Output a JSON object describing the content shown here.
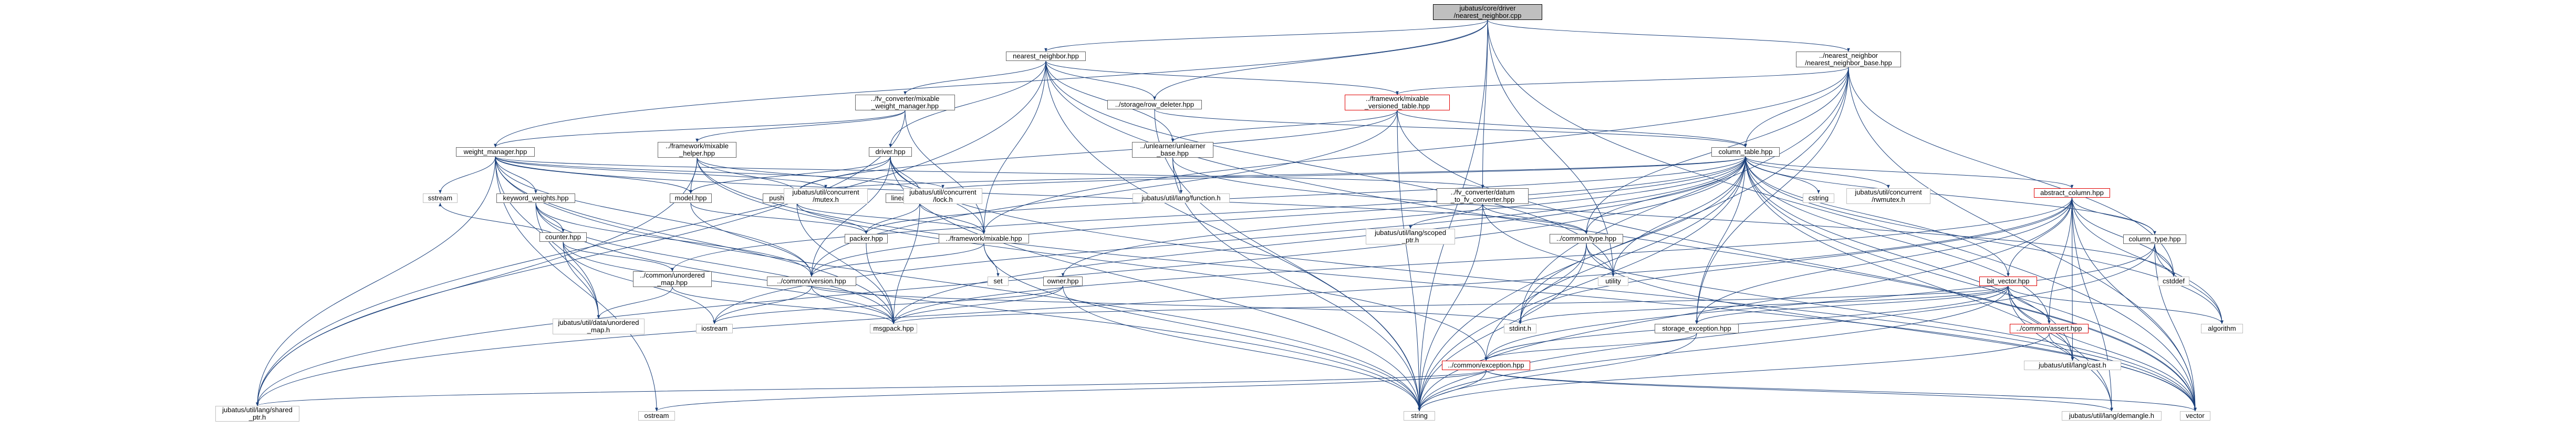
{
  "diagram": {
    "type": "include-dependency-graph",
    "nodes": [
      {
        "id": "root",
        "label": "jubatus/core/driver\n/nearest_neighbor.cpp",
        "style": "root"
      },
      {
        "id": "nn_hpp",
        "label": "nearest_neighbor.hpp",
        "style": "normal"
      },
      {
        "id": "nnbase",
        "label": "../nearest_neighbor\n/nearest_neighbor_base.hpp",
        "style": "normal"
      },
      {
        "id": "fvwm",
        "label": "../fv_converter/mixable\n_weight_manager.hpp",
        "style": "normal"
      },
      {
        "id": "rowdel",
        "label": "../storage/row_deleter.hpp",
        "style": "normal"
      },
      {
        "id": "versioned",
        "label": "../framework/mixable\n_versioned_table.hpp",
        "style": "red"
      },
      {
        "id": "weightmgr",
        "label": "weight_manager.hpp",
        "style": "normal"
      },
      {
        "id": "mixhelper",
        "label": "../framework/mixable\n_helper.hpp",
        "style": "normal"
      },
      {
        "id": "driver",
        "label": "driver.hpp",
        "style": "normal"
      },
      {
        "id": "unlearner",
        "label": "../unlearner/unlearner\n_base.hpp",
        "style": "normal"
      },
      {
        "id": "coltable",
        "label": "column_table.hpp",
        "style": "normal"
      },
      {
        "id": "keyword",
        "label": "keyword_weights.hpp",
        "style": "normal"
      },
      {
        "id": "model",
        "label": "model.hpp",
        "style": "normal"
      },
      {
        "id": "pushmix",
        "label": "push_mixable.hpp",
        "style": "normal"
      },
      {
        "id": "linearmix",
        "label": "linear_mixable.hpp",
        "style": "normal"
      },
      {
        "id": "funch",
        "label": "jubatus/util/lang/function.h",
        "style": "lite"
      },
      {
        "id": "datumconv",
        "label": "../fv_converter/datum\n_to_fv_converter.hpp",
        "style": "normal"
      },
      {
        "id": "cstring",
        "label": "cstring",
        "style": "lite"
      },
      {
        "id": "mutexes",
        "label": "jubatus/util/concurrent\n/mutex.h",
        "style": "lite"
      },
      {
        "id": "lockh",
        "label": "jubatus/util/concurrent\n/lock.h",
        "style": "lite"
      },
      {
        "id": "rwmutex",
        "label": "jubatus/util/concurrent\n/rwmutex.h",
        "style": "lite"
      },
      {
        "id": "sstream",
        "label": "sstream",
        "style": "lite"
      },
      {
        "id": "abscol",
        "label": "abstract_column.hpp",
        "style": "red"
      },
      {
        "id": "counter",
        "label": "counter.hpp",
        "style": "normal"
      },
      {
        "id": "packer",
        "label": "packer.hpp",
        "style": "normal"
      },
      {
        "id": "fwmixable",
        "label": "../framework/mixable.hpp",
        "style": "normal"
      },
      {
        "id": "scopedptr",
        "label": "jubatus/util/lang/scoped\n_ptr.h",
        "style": "lite"
      },
      {
        "id": "commontype",
        "label": "../common/type.hpp",
        "style": "normal"
      },
      {
        "id": "coltype",
        "label": "column_type.hpp",
        "style": "normal"
      },
      {
        "id": "unordmap",
        "label": "../common/unordered\n_map.hpp",
        "style": "normal"
      },
      {
        "id": "commonversion",
        "label": "../common/version.hpp",
        "style": "normal"
      },
      {
        "id": "set",
        "label": "set",
        "style": "lite"
      },
      {
        "id": "owner",
        "label": "owner.hpp",
        "style": "normal"
      },
      {
        "id": "bitvec",
        "label": "bit_vector.hpp",
        "style": "red"
      },
      {
        "id": "cstddef",
        "label": "cstddef",
        "style": "lite"
      },
      {
        "id": "utility",
        "label": "utility",
        "style": "lite"
      },
      {
        "id": "utilunordmap",
        "label": "jubatus/util/data/unordered\n_map.h",
        "style": "lite"
      },
      {
        "id": "iostream",
        "label": "iostream",
        "style": "lite"
      },
      {
        "id": "msgpack",
        "label": "msgpack.hpp",
        "style": "lite"
      },
      {
        "id": "stdinth",
        "label": "stdint.h",
        "style": "lite"
      },
      {
        "id": "algorithm",
        "label": "algorithm",
        "style": "lite"
      },
      {
        "id": "commonassert",
        "label": "../common/assert.hpp",
        "style": "red"
      },
      {
        "id": "storageexc",
        "label": "storage_exception.hpp",
        "style": "normal"
      },
      {
        "id": "casth",
        "label": "jubatus/util/lang/cast.h",
        "style": "lite"
      },
      {
        "id": "commonexc",
        "label": "../common/exception.hpp",
        "style": "red"
      },
      {
        "id": "sharedptr",
        "label": "jubatus/util/lang/shared\n_ptr.h",
        "style": "lite"
      },
      {
        "id": "ostream",
        "label": "ostream",
        "style": "lite"
      },
      {
        "id": "string",
        "label": "string",
        "style": "lite"
      },
      {
        "id": "demangle",
        "label": "jubatus/util/lang/demangle.h",
        "style": "lite"
      },
      {
        "id": "vector",
        "label": "vector",
        "style": "lite"
      }
    ],
    "edges": [
      [
        "root",
        "nn_hpp"
      ],
      [
        "root",
        "nnbase"
      ],
      [
        "root",
        "weightmgr"
      ],
      [
        "root",
        "rowdel"
      ],
      [
        "root",
        "datumconv"
      ],
      [
        "root",
        "utility"
      ],
      [
        "root",
        "string"
      ],
      [
        "root",
        "vector"
      ],
      [
        "nn_hpp",
        "fvwm"
      ],
      [
        "nn_hpp",
        "versioned"
      ],
      [
        "nn_hpp",
        "driver"
      ],
      [
        "nn_hpp",
        "unlearner"
      ],
      [
        "nn_hpp",
        "fwmixable"
      ],
      [
        "nn_hpp",
        "sharedptr"
      ],
      [
        "nn_hpp",
        "string"
      ],
      [
        "nn_hpp",
        "utility"
      ],
      [
        "nn_hpp",
        "vector"
      ],
      [
        "nn_hpp",
        "rowdel"
      ],
      [
        "nnbase",
        "versioned"
      ],
      [
        "nnbase",
        "coltable"
      ],
      [
        "nnbase",
        "commontype"
      ],
      [
        "nnbase",
        "cstddef"
      ],
      [
        "nnbase",
        "stdinth"
      ],
      [
        "nnbase",
        "storageexc"
      ],
      [
        "nnbase",
        "string"
      ],
      [
        "nnbase",
        "vector"
      ],
      [
        "nnbase",
        "fwmixable"
      ],
      [
        "fvwm",
        "weightmgr"
      ],
      [
        "fvwm",
        "mixhelper"
      ],
      [
        "fvwm",
        "fwmixable"
      ],
      [
        "fvwm",
        "sharedptr"
      ],
      [
        "rowdel",
        "coltable"
      ],
      [
        "rowdel",
        "string"
      ],
      [
        "versioned",
        "coltable"
      ],
      [
        "versioned",
        "pushmix"
      ],
      [
        "versioned",
        "commonversion"
      ],
      [
        "versioned",
        "unlearner"
      ],
      [
        "versioned",
        "vector"
      ],
      [
        "versioned",
        "string"
      ],
      [
        "weightmgr",
        "keyword"
      ],
      [
        "weightmgr",
        "model"
      ],
      [
        "weightmgr",
        "commontype"
      ],
      [
        "weightmgr",
        "commonversion"
      ],
      [
        "weightmgr",
        "sstream"
      ],
      [
        "weightmgr",
        "mutexes"
      ],
      [
        "weightmgr",
        "lockh"
      ],
      [
        "weightmgr",
        "utilunordmap"
      ],
      [
        "weightmgr",
        "msgpack"
      ],
      [
        "weightmgr",
        "string"
      ],
      [
        "weightmgr",
        "ostream"
      ],
      [
        "weightmgr",
        "sharedptr"
      ],
      [
        "weightmgr",
        "datumconv"
      ],
      [
        "mixhelper",
        "model"
      ],
      [
        "mixhelper",
        "pushmix"
      ],
      [
        "mixhelper",
        "linearmix"
      ],
      [
        "mixhelper",
        "commonexc"
      ],
      [
        "mixhelper",
        "sharedptr"
      ],
      [
        "mixhelper",
        "vector"
      ],
      [
        "driver",
        "model"
      ],
      [
        "driver",
        "pushmix"
      ],
      [
        "driver",
        "linearmix"
      ],
      [
        "driver",
        "fwmixable"
      ],
      [
        "driver",
        "string"
      ],
      [
        "driver",
        "vector"
      ],
      [
        "driver",
        "commonversion"
      ],
      [
        "unlearner",
        "funch"
      ],
      [
        "unlearner",
        "string"
      ],
      [
        "unlearner",
        "cstddef"
      ],
      [
        "coltable",
        "cstring"
      ],
      [
        "coltable",
        "rwmutex"
      ],
      [
        "coltable",
        "abscol"
      ],
      [
        "coltable",
        "coltype"
      ],
      [
        "coltable",
        "owner"
      ],
      [
        "coltable",
        "bitvec"
      ],
      [
        "coltable",
        "commonassert"
      ],
      [
        "coltable",
        "commontype"
      ],
      [
        "coltable",
        "commonexc"
      ],
      [
        "coltable",
        "commonunordmap"
      ],
      [
        "coltable",
        "storageexc"
      ],
      [
        "coltable",
        "utility"
      ],
      [
        "coltable",
        "string"
      ],
      [
        "coltable",
        "vector"
      ],
      [
        "coltable",
        "msgpack"
      ],
      [
        "coltable",
        "iostream"
      ],
      [
        "coltable",
        "demangle"
      ],
      [
        "coltable",
        "casth"
      ],
      [
        "coltable",
        "algorithm"
      ],
      [
        "coltable",
        "pushmix"
      ],
      [
        "coltable",
        "linearmix"
      ],
      [
        "coltable",
        "packer"
      ],
      [
        "coltable",
        "unordmap"
      ],
      [
        "coltable",
        "commonversion"
      ],
      [
        "coltable",
        "sharedptr"
      ],
      [
        "coltable",
        "stdinth"
      ],
      [
        "keyword",
        "counter"
      ],
      [
        "keyword",
        "commonversion"
      ],
      [
        "keyword",
        "msgpack"
      ],
      [
        "keyword",
        "utilunordmap"
      ],
      [
        "keyword",
        "string"
      ],
      [
        "model",
        "packer"
      ],
      [
        "model",
        "commonversion"
      ],
      [
        "pushmix",
        "packer"
      ],
      [
        "pushmix",
        "fwmixable"
      ],
      [
        "pushmix",
        "msgpack"
      ],
      [
        "linearmix",
        "packer"
      ],
      [
        "linearmix",
        "fwmixable"
      ],
      [
        "linearmix",
        "msgpack"
      ],
      [
        "datumconv",
        "commontype"
      ],
      [
        "datumconv",
        "scopedptr"
      ],
      [
        "datumconv",
        "string"
      ],
      [
        "datumconv",
        "vector"
      ],
      [
        "abscol",
        "coltype"
      ],
      [
        "abscol",
        "bitvec"
      ],
      [
        "abscol",
        "commonassert"
      ],
      [
        "abscol",
        "storageexc"
      ],
      [
        "abscol",
        "cstddef"
      ],
      [
        "abscol",
        "stdinth"
      ],
      [
        "abscol",
        "string"
      ],
      [
        "abscol",
        "vector"
      ],
      [
        "abscol",
        "algorithm"
      ],
      [
        "abscol",
        "demangle"
      ],
      [
        "abscol",
        "sharedptr"
      ],
      [
        "abscol",
        "casth"
      ],
      [
        "abscol",
        "msgpack"
      ],
      [
        "counter",
        "unordmap"
      ],
      [
        "counter",
        "utilunordmap"
      ],
      [
        "counter",
        "msgpack"
      ],
      [
        "counter",
        "sstream"
      ],
      [
        "counter",
        "iostream"
      ],
      [
        "packer",
        "msgpack"
      ],
      [
        "fwmixable",
        "set"
      ],
      [
        "fwmixable",
        "string"
      ],
      [
        "fwmixable",
        "commonversion"
      ],
      [
        "commontype",
        "stdinth"
      ],
      [
        "commontype",
        "utility"
      ],
      [
        "commontype",
        "string"
      ],
      [
        "commontype",
        "vector"
      ],
      [
        "coltype",
        "cstddef"
      ],
      [
        "coltype",
        "algorithm"
      ],
      [
        "coltype",
        "string"
      ],
      [
        "coltype",
        "vector"
      ],
      [
        "coltype",
        "commonexc"
      ],
      [
        "unordmap",
        "utilunordmap"
      ],
      [
        "unordmap",
        "msgpack"
      ],
      [
        "commonversion",
        "stdinth"
      ],
      [
        "commonversion",
        "msgpack"
      ],
      [
        "commonversion",
        "iostream"
      ],
      [
        "owner",
        "msgpack"
      ],
      [
        "owner",
        "string"
      ],
      [
        "owner",
        "iostream"
      ],
      [
        "bitvec",
        "algorithm"
      ],
      [
        "bitvec",
        "commonassert"
      ],
      [
        "bitvec",
        "storageexc"
      ],
      [
        "bitvec",
        "stdinth"
      ],
      [
        "bitvec",
        "string"
      ],
      [
        "bitvec",
        "vector"
      ],
      [
        "bitvec",
        "msgpack"
      ],
      [
        "bitvec",
        "casth"
      ],
      [
        "bitvec",
        "commonexc"
      ],
      [
        "bitvec",
        "demangle"
      ],
      [
        "commonassert",
        "casth"
      ],
      [
        "commonassert",
        "string"
      ],
      [
        "storageexc",
        "commonexc"
      ],
      [
        "storageexc",
        "string"
      ],
      [
        "commonexc",
        "sharedptr"
      ],
      [
        "commonexc",
        "demangle"
      ],
      [
        "commonexc",
        "ostream"
      ],
      [
        "commonexc",
        "string"
      ],
      [
        "commonexc",
        "vector"
      ]
    ]
  }
}
